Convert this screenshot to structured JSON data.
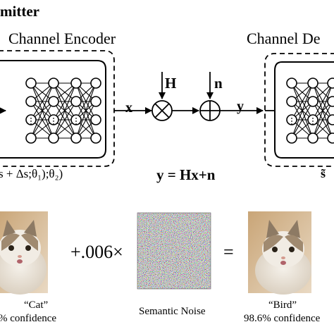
{
  "header": {
    "transmitter_label": "mitter",
    "encoder_title": "Channel Encoder",
    "decoder_title": "Channel De"
  },
  "signals": {
    "h": "H",
    "n": "n",
    "x": "x",
    "y": "y",
    "equation": "y = Hx+n",
    "encoder_func": "s + Δs;θ₁);θ₂)",
    "decoder_out": "s̃"
  },
  "examples": {
    "left_class": "“Cat”",
    "left_conf": "% confidence",
    "multiplier": "+.006×",
    "equals": "=",
    "noise_caption": "Semantic Noise",
    "right_class": "“Bird”",
    "right_conf": "98.6% confidence"
  },
  "colors": {
    "stroke": "#000000",
    "background": "#ffffff"
  }
}
